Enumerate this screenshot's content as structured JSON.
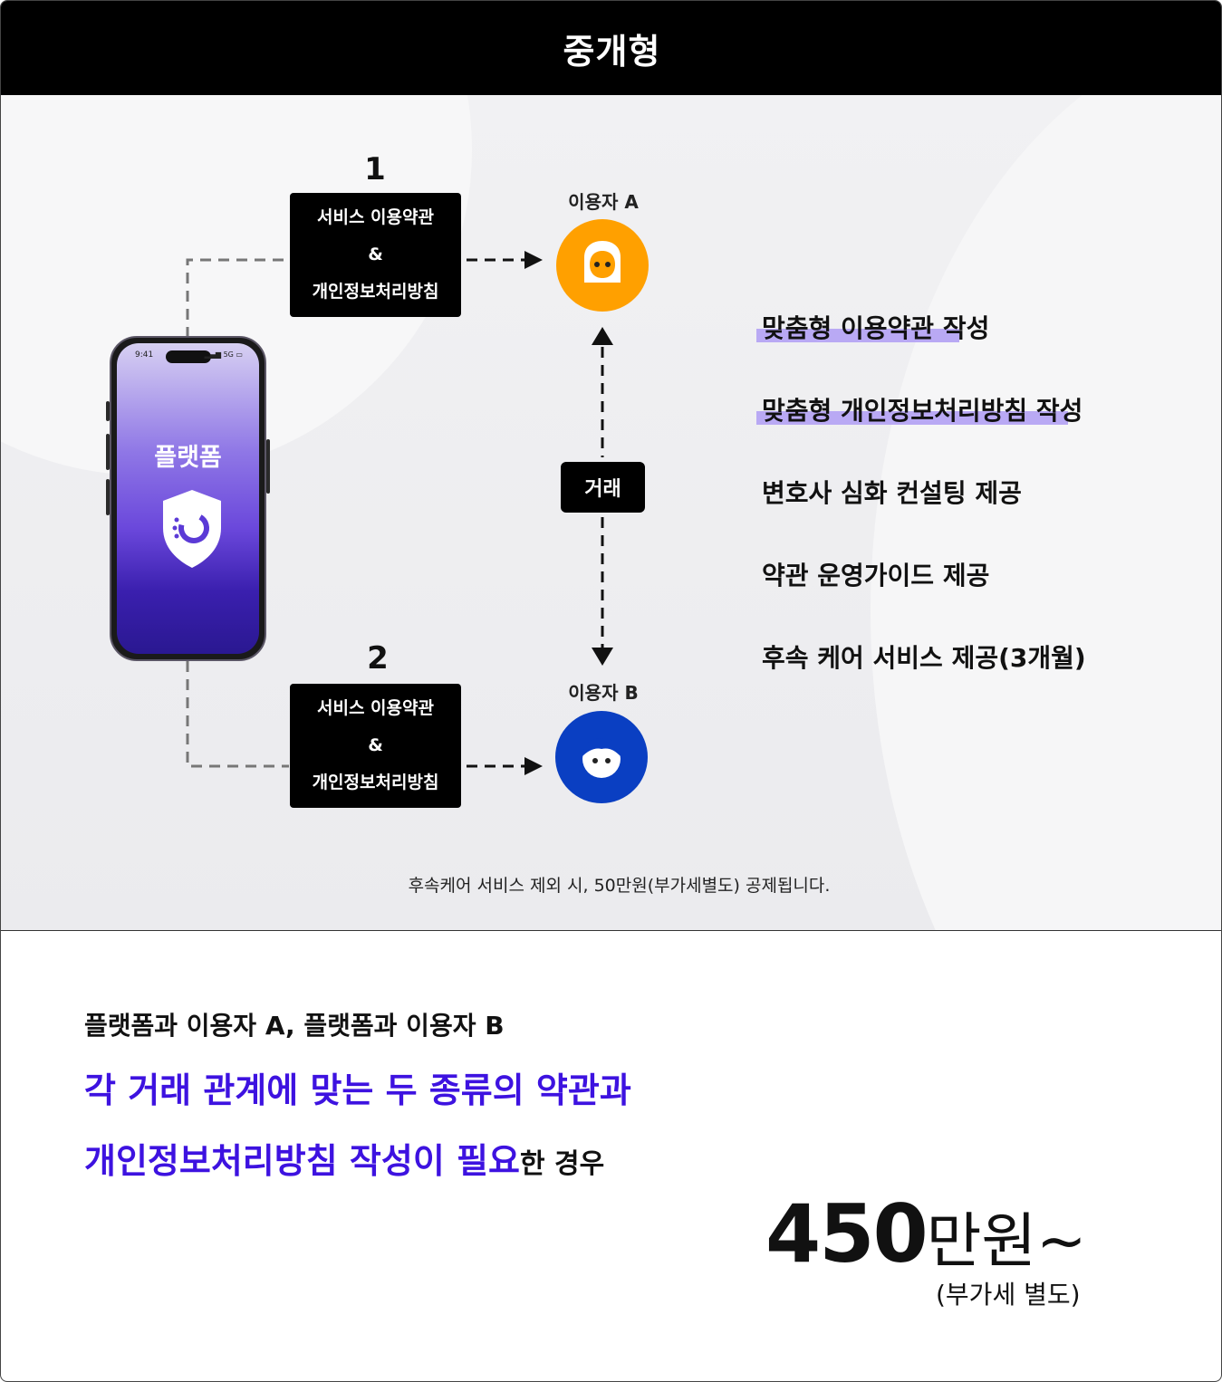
{
  "header": {
    "title": "중개형"
  },
  "phone": {
    "time": "9:41",
    "status": "5G",
    "title": "플랫폼"
  },
  "steps": [
    {
      "number": "1",
      "line1": "서비스 이용약관",
      "line2": "&",
      "line3": "개인정보처리방침"
    },
    {
      "number": "2",
      "line1": "서비스 이용약관",
      "line2": "&",
      "line3": "개인정보처리방침"
    }
  ],
  "users": {
    "a": "이용자 A",
    "b": "이용자 B"
  },
  "trade_label": "거래",
  "features": [
    "맞춤형 이용약관 작성",
    "맞춤형 개인정보처리방침 작성",
    "변호사 심화 컨설팅 제공",
    "약관 운영가이드  제공",
    "후속 케어 서비스 제공(3개월)"
  ],
  "note": "후속케어 서비스 제외 시, 50만원(부가세별도) 공제됩니다.",
  "summary": {
    "line1": "플랫폼과 이용자 A, 플랫폼과 이용자 B",
    "line2": "각 거래 관계에 맞는 두 종류의 약관과",
    "line3_highlight": "개인정보처리방침 작성이 필요",
    "line3_tail": "한 경우"
  },
  "price": {
    "amount": "450",
    "unit": "만원~",
    "vat": "(부가세 별도)"
  },
  "colors": {
    "accent": "#3d12e0",
    "highlight": "#b9a9f4",
    "user_a": "#ffa000",
    "user_b": "#0a3fc2"
  }
}
